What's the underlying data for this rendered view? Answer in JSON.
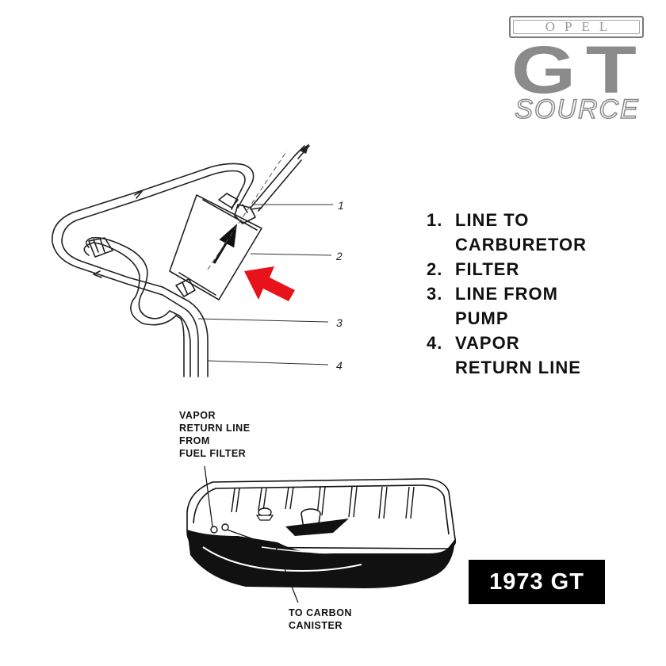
{
  "logo": {
    "brand": "OPEL",
    "model": "GT",
    "tagline": "SOURCE"
  },
  "callouts": [
    "1",
    "2",
    "3",
    "4"
  ],
  "legend": {
    "items": [
      {
        "num": "1.",
        "text": "LINE TO\nCARBURETOR"
      },
      {
        "num": "2.",
        "text": "FILTER"
      },
      {
        "num": "3.",
        "text": "LINE FROM\nPUMP"
      },
      {
        "num": "4.",
        "text": "VAPOR\nRETURN LINE"
      }
    ]
  },
  "tank": {
    "vapor_label": "VAPOR\nRETURN LINE\nFROM\nFUEL FILTER",
    "canister_label": "TO CARBON\nCANISTER"
  },
  "badge": {
    "text": "1973 GT",
    "background": "#000000",
    "color": "#ffffff"
  },
  "colors": {
    "arrow": "#e8121b",
    "logo_gray": "#8b8b8b"
  }
}
